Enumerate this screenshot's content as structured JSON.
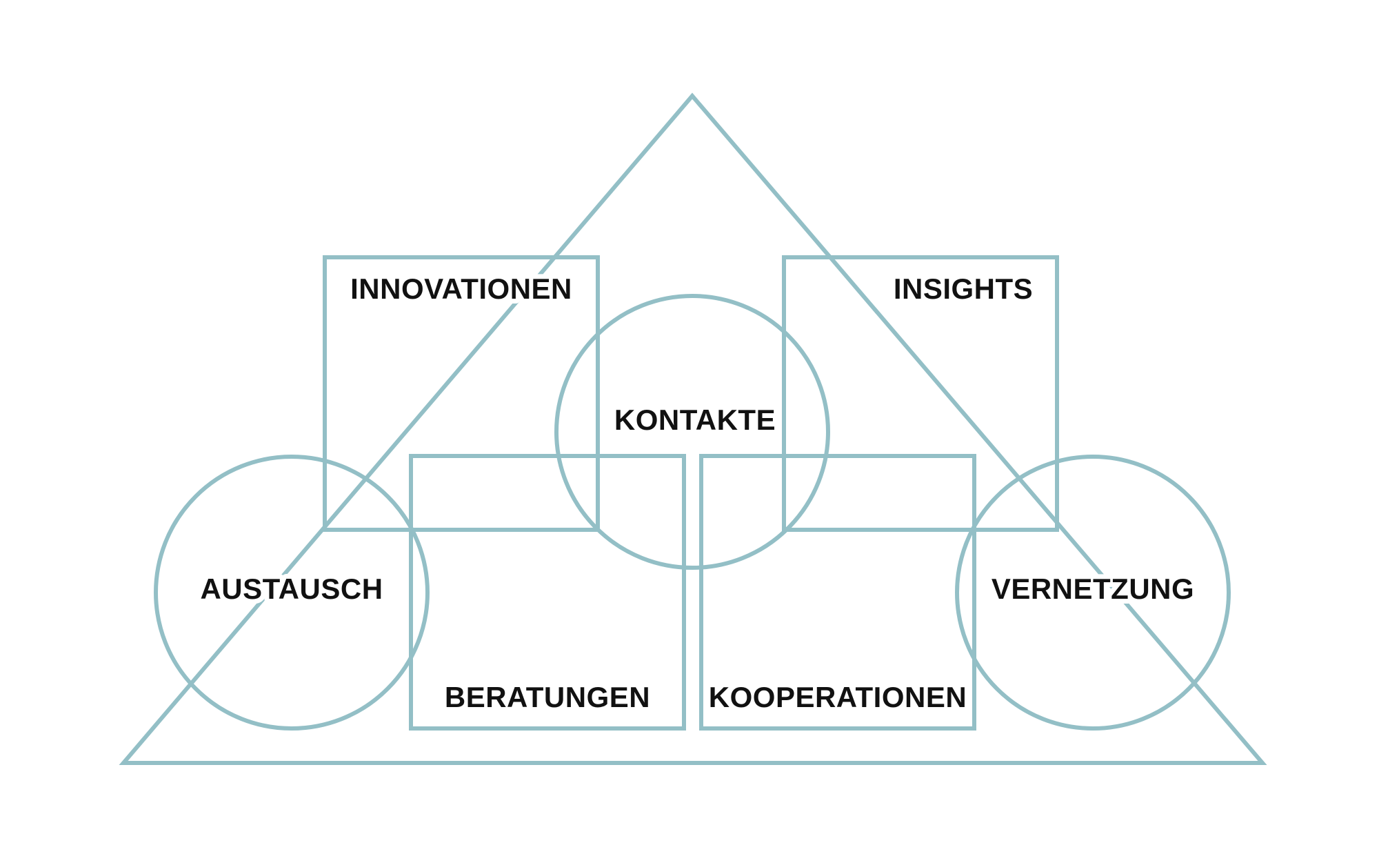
{
  "colors": {
    "stroke": "#93bfc6",
    "text": "#111111",
    "background": "#ffffff"
  },
  "labels": {
    "innovationen": "INNOVATIONEN",
    "insights": "INSIGHTS",
    "kontakte": "KONTAKTE",
    "austausch": "AUSTAUSCH",
    "vernetzung": "VERNETZUNG",
    "beratungen": "BERATUNGEN",
    "kooperationen": "KOOPERATIONEN"
  }
}
